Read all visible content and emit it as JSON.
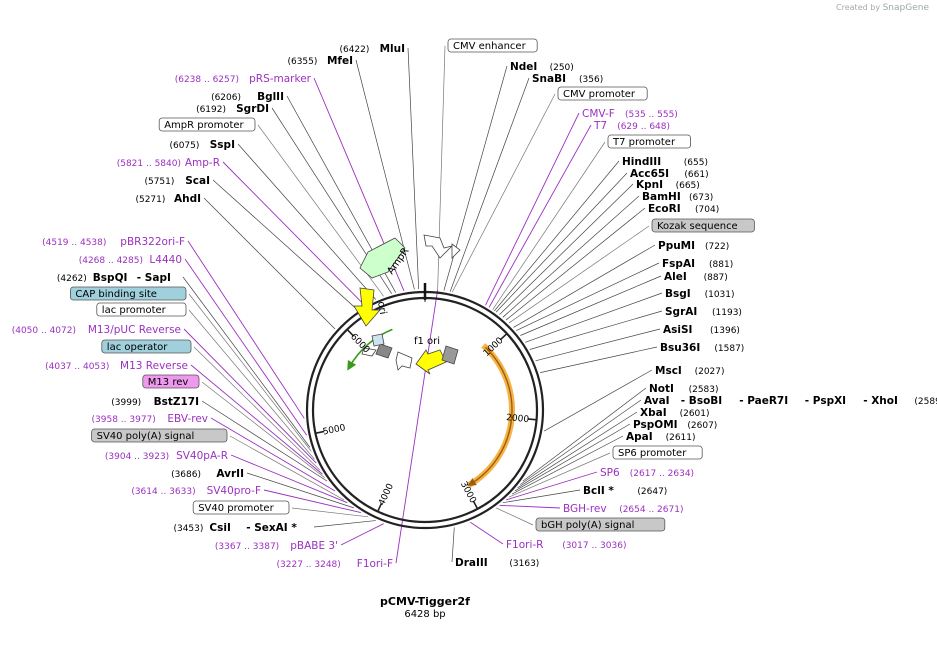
{
  "credit": {
    "prefix": "Created by",
    "brand": "SnapGene"
  },
  "plasmid": {
    "name": "pCMV-Tigger2f",
    "size": "6428 bp"
  },
  "ticks": [
    "1000",
    "2000",
    "3000",
    "4000",
    "5000",
    "6000"
  ],
  "features": [
    {
      "label": "AmpR",
      "color": "#ccffcc"
    },
    {
      "label": "ori",
      "color": "#ffff00"
    },
    {
      "label": "f1 ori",
      "color": "#999999"
    }
  ],
  "colors": {
    "primer": "#9b30c0",
    "enzyme": "#000000",
    "orange_feature": "#f5a623",
    "green_arrow": "#3a9a1a",
    "brown_arrow": "#9b5e10"
  },
  "labels": [
    {
      "kind": "box",
      "text": "CMV enhancer",
      "fill": "#ffffff"
    },
    {
      "kind": "enzyme",
      "name": "NdeI",
      "pos": "(250)"
    },
    {
      "kind": "enzyme",
      "name": "SnaBI",
      "pos": "(356)"
    },
    {
      "kind": "box",
      "text": "CMV promoter",
      "fill": "#ffffff"
    },
    {
      "kind": "primer",
      "name": "CMV-F",
      "pos": "(535 .. 555)"
    },
    {
      "kind": "primer",
      "name": "T7",
      "pos": "(629 .. 648)"
    },
    {
      "kind": "box",
      "text": "T7 promoter",
      "fill": "#ffffff"
    },
    {
      "kind": "enzyme",
      "name": "HindIII",
      "pos": "(655)"
    },
    {
      "kind": "enzyme",
      "name": "Acc65I",
      "pos": "(661)"
    },
    {
      "kind": "enzyme",
      "name": "KpnI",
      "pos": "(665)"
    },
    {
      "kind": "enzyme",
      "name": "BamHI",
      "pos": "(673)"
    },
    {
      "kind": "enzyme",
      "name": "EcoRI",
      "pos": "(704)"
    },
    {
      "kind": "box",
      "text": "Kozak sequence",
      "fill": "#c8c8c8"
    },
    {
      "kind": "enzyme",
      "name": "PpuMI",
      "pos": "(722)"
    },
    {
      "kind": "enzyme",
      "name": "FspAI",
      "pos": "(881)"
    },
    {
      "kind": "enzyme",
      "name": "AleI",
      "pos": "(887)"
    },
    {
      "kind": "enzyme",
      "name": "BsgI",
      "pos": "(1031)"
    },
    {
      "kind": "enzyme",
      "name": "SgrAI",
      "pos": "(1193)"
    },
    {
      "kind": "enzyme",
      "name": "AsiSI",
      "pos": "(1396)"
    },
    {
      "kind": "enzyme",
      "name": "Bsu36I",
      "pos": "(1587)"
    },
    {
      "kind": "enzyme",
      "name": "MscI",
      "pos": "(2027)"
    },
    {
      "kind": "enzyme",
      "name": "NotI",
      "pos": "(2583)"
    },
    {
      "kind": "multi",
      "parts": [
        "AvaI",
        "- BsoBI",
        "- PaeR7I",
        "- PspXI",
        "- XhoI"
      ],
      "pos": "(2589)"
    },
    {
      "kind": "enzyme",
      "name": "XbaI",
      "pos": "(2601)"
    },
    {
      "kind": "enzyme",
      "name": "PspOMI",
      "pos": "(2607)"
    },
    {
      "kind": "enzyme",
      "name": "ApaI",
      "pos": "(2611)"
    },
    {
      "kind": "box",
      "text": "SP6 promoter",
      "fill": "#ffffff"
    },
    {
      "kind": "primer",
      "name": "SP6",
      "pos": "(2617 .. 2634)"
    },
    {
      "kind": "enzyme",
      "name": "BclI *",
      "pos": "(2647)"
    },
    {
      "kind": "primer",
      "name": "BGH-rev",
      "pos": "(2654 .. 2671)"
    },
    {
      "kind": "box",
      "text": "bGH poly(A) signal",
      "fill": "#c8c8c8"
    },
    {
      "kind": "primer",
      "name": "F1ori-R",
      "pos": "(3017 .. 3036)"
    },
    {
      "kind": "enzyme",
      "name": "DraIII",
      "pos": "(3163)"
    },
    {
      "kind": "enzyme",
      "name": "MluI",
      "pos": "(6422)"
    },
    {
      "kind": "enzyme",
      "name": "MfeI",
      "pos": "(6355)"
    },
    {
      "kind": "primer",
      "name": "pRS-marker",
      "pos": "(6238 .. 6257)"
    },
    {
      "kind": "enzyme",
      "name": "BglII",
      "pos": "(6206)"
    },
    {
      "kind": "enzyme",
      "name": "SgrDI",
      "pos": "(6192)"
    },
    {
      "kind": "box",
      "text": "AmpR promoter",
      "fill": "#ffffff"
    },
    {
      "kind": "enzyme",
      "name": "SspI",
      "pos": "(6075)"
    },
    {
      "kind": "primer",
      "name": "Amp-R",
      "pos": "(5821 .. 5840)"
    },
    {
      "kind": "enzyme",
      "name": "ScaI",
      "pos": "(5751)"
    },
    {
      "kind": "enzyme",
      "name": "AhdI",
      "pos": "(5271)"
    },
    {
      "kind": "primer",
      "name": "pBR322ori-F",
      "pos": "(4519 .. 4538)"
    },
    {
      "kind": "primer",
      "name": "L4440",
      "pos": "(4268 .. 4285)"
    },
    {
      "kind": "multi",
      "parts": [
        "BspQI",
        "- SapI"
      ],
      "pos": "(4262)"
    },
    {
      "kind": "box",
      "text": "CAP binding site",
      "fill": "#9fd0dc"
    },
    {
      "kind": "box",
      "text": "lac promoter",
      "fill": "#ffffff"
    },
    {
      "kind": "primer",
      "name": "M13/pUC Reverse",
      "pos": "(4050 .. 4072)"
    },
    {
      "kind": "box",
      "text": "lac operator",
      "fill": "#9fd0dc"
    },
    {
      "kind": "primer",
      "name": "M13 Reverse",
      "pos": "(4037 .. 4053)"
    },
    {
      "kind": "box",
      "text": "M13 rev",
      "fill": "#ee99ee"
    },
    {
      "kind": "enzyme",
      "name": "BstZ17I",
      "pos": "(3999)"
    },
    {
      "kind": "primer",
      "name": "EBV-rev",
      "pos": "(3958 .. 3977)"
    },
    {
      "kind": "box",
      "text": "SV40 poly(A) signal",
      "fill": "#c8c8c8"
    },
    {
      "kind": "primer",
      "name": "SV40pA-R",
      "pos": "(3904 .. 3923)"
    },
    {
      "kind": "enzyme",
      "name": "AvrII",
      "pos": "(3686)"
    },
    {
      "kind": "primer",
      "name": "SV40pro-F",
      "pos": "(3614 .. 3633)"
    },
    {
      "kind": "box",
      "text": "SV40 promoter",
      "fill": "#ffffff"
    },
    {
      "kind": "multi",
      "parts": [
        "CsiI",
        "- SexAI *"
      ],
      "pos": "(3453)"
    },
    {
      "kind": "primer",
      "name": "pBABE 3'",
      "pos": "(3367 .. 3387)"
    },
    {
      "kind": "primer",
      "name": "F1ori-F",
      "pos": "(3227 .. 3248)"
    }
  ]
}
